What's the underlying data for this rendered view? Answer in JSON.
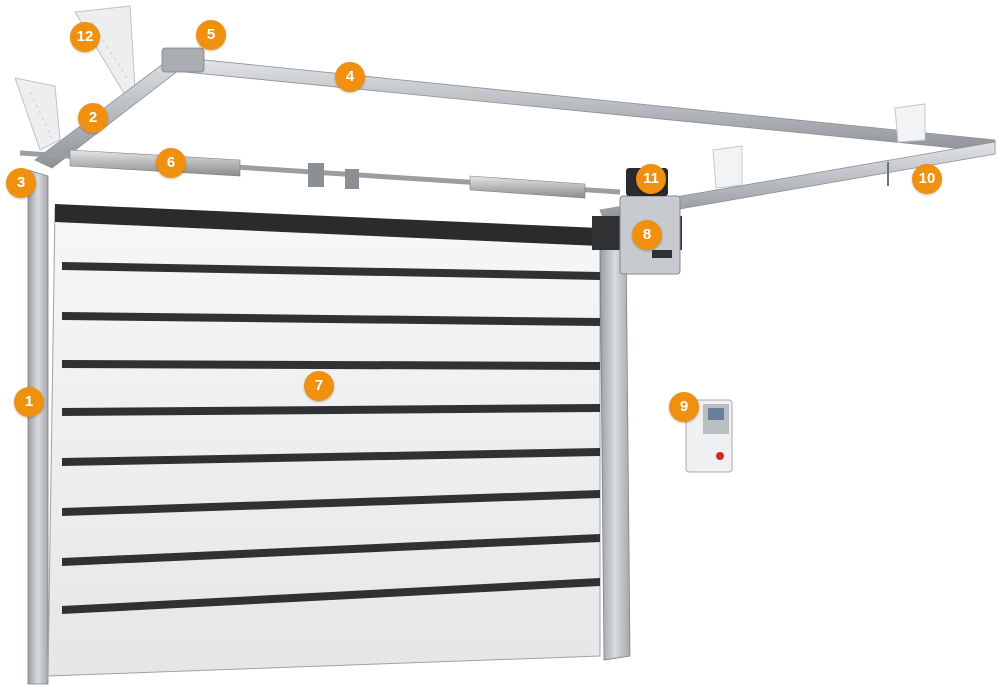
{
  "accent_color": "#f0900f",
  "callouts": {
    "c1": "1",
    "c2": "2",
    "c3": "3",
    "c4": "4",
    "c5": "5",
    "c6": "6",
    "c7": "7",
    "c8": "8",
    "c9": "9",
    "c10": "10",
    "c11": "11",
    "c12": "12"
  }
}
